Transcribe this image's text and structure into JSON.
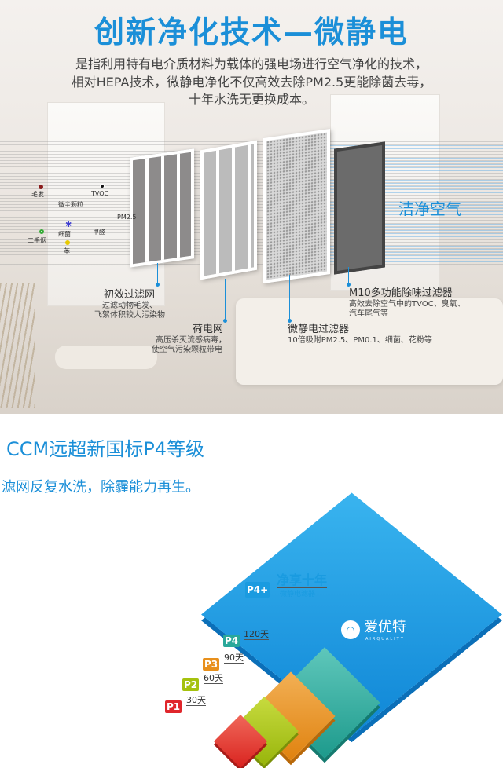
{
  "title": "创新净化技术—微静电",
  "subtitle": [
    "是指利用特有电介质材料为载体的强电场进行空气净化的技术，",
    "相对HEPA技术，微静电净化不仅高效去除PM2.5更能除菌去毒，",
    "十年水洗无更换成本。"
  ],
  "pollutants": [
    "毛发",
    "TVOC",
    "微尘颗粒",
    "PM2.5",
    "细菌",
    "甲醛",
    "二手烟",
    "苯"
  ],
  "clean_air": "洁净空气",
  "filters": [
    {
      "name": "初效过滤网",
      "desc": [
        "过滤动物毛发、",
        "飞絮体积较大污染物"
      ]
    },
    {
      "name": "荷电网",
      "desc": [
        "高压杀灭流感病毒，",
        "使空气污染颗粒带电"
      ]
    },
    {
      "name": "微静电过滤器",
      "desc": [
        "10倍吸附PM2.5、PM0.1、细菌、花粉等"
      ]
    },
    {
      "name": "M10多功能除味过滤器",
      "desc": [
        "高效去除空气中的TVOC、臭氧、",
        "汽车尾气等"
      ]
    }
  ],
  "headline": "CCM远超新国标P4等级",
  "tagline": "滤网反复水洗，除霾能力再生。",
  "levels": [
    {
      "tag": "P1",
      "days": "30天",
      "color": "#e0262b"
    },
    {
      "tag": "P2",
      "days": "60天",
      "color": "#a5c20d"
    },
    {
      "tag": "P3",
      "days": "90天",
      "color": "#e8901c"
    },
    {
      "tag": "P4",
      "days": "120天",
      "color": "#2aa89a"
    }
  ],
  "top_level": {
    "tag": "P4+",
    "title": "净享十年",
    "subtitle": "微静电滤器",
    "color": "#1a9be0"
  },
  "brand": {
    "name": "爱优特",
    "sub": "AIRQUALITY"
  }
}
